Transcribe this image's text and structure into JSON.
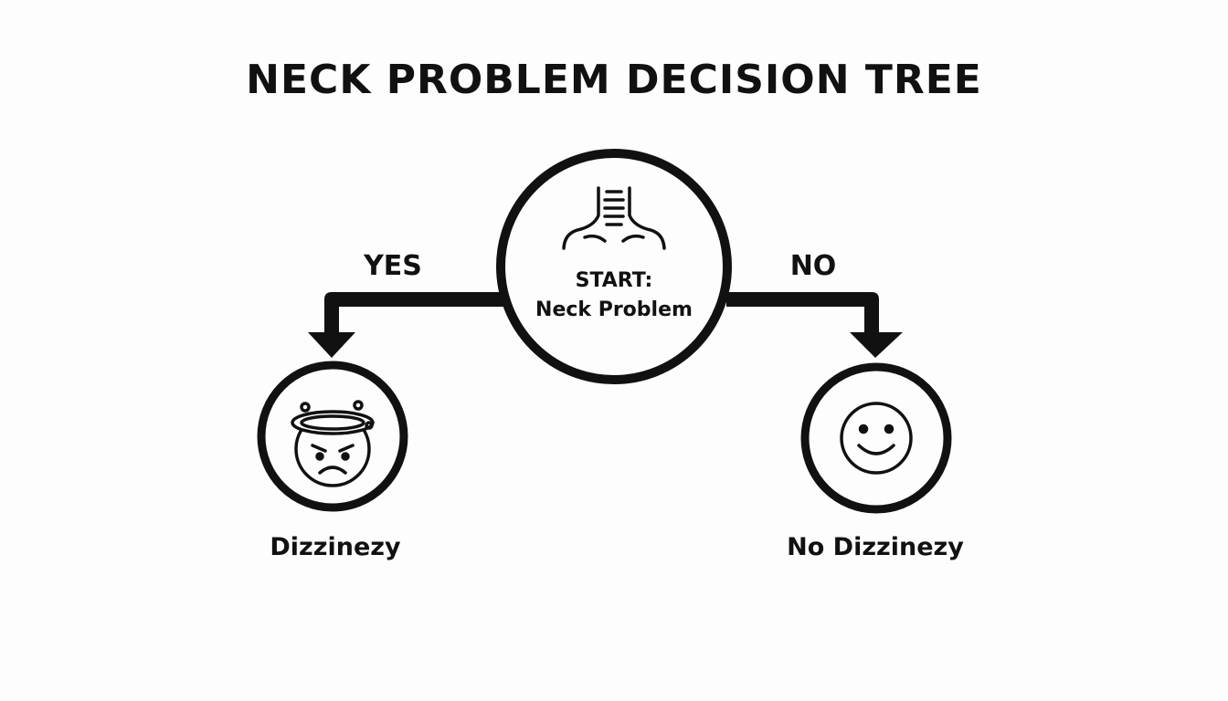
{
  "title": "NECK PROBLEM DECISION TREE",
  "start": {
    "line1": "START:",
    "line2": "Neck Problem",
    "icon": "neck-icon"
  },
  "branches": {
    "yes": "YES",
    "no": "NO"
  },
  "outcomes": {
    "yes": {
      "label": "Dizzinezy",
      "icon": "dizzy-face-icon"
    },
    "no": {
      "label": "No Dizzinezy",
      "icon": "smiley-face-icon"
    }
  },
  "colors": {
    "ink": "#111111",
    "background": "#fdfdfd"
  }
}
